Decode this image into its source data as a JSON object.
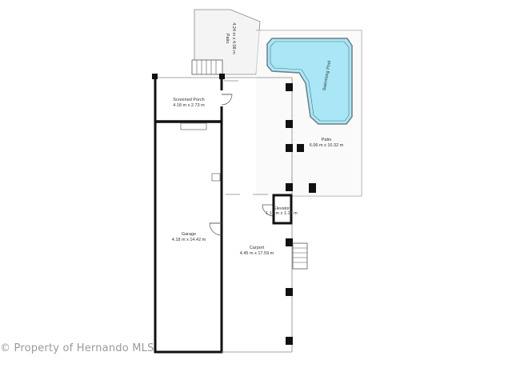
{
  "rooms": {
    "patio_top": {
      "name": "Patio",
      "dims": "4.24 m x 4.08 m"
    },
    "screened_porch": {
      "name": "Screened Porch",
      "dims": "4.18 m x 2.73 m"
    },
    "swimming_pool": {
      "name": "Swimming Pool"
    },
    "patio_right": {
      "name": "Patio",
      "dims": "6.06 m x 10.32 m"
    },
    "elevator": {
      "name": "Elevator",
      "dims": "1.17 m x 1.18 m"
    },
    "garage": {
      "name": "Garage",
      "dims": "4.18 m x 14.42 m"
    },
    "carport": {
      "name": "Carport",
      "dims": "4.45 m x 17.59 m"
    }
  },
  "watermark": "© Property of Hernando MLS",
  "colors": {
    "wall": "#111111",
    "thin_line": "#888888",
    "pool_fill": "#a9e7f7",
    "pool_stroke": "#6a7f87",
    "patio_fill": "#f4f4f4"
  }
}
